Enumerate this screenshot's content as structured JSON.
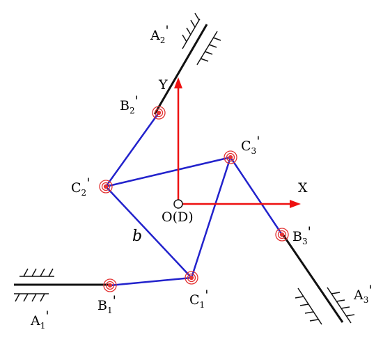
{
  "labels": {
    "a1": {
      "base": "A",
      "sub": "1",
      "prime": "'"
    },
    "a2": {
      "base": "A",
      "sub": "2",
      "prime": "'"
    },
    "a3": {
      "base": "A",
      "sub": "3",
      "prime": "'"
    },
    "b1": {
      "base": "B",
      "sub": "1",
      "prime": "'"
    },
    "b2": {
      "base": "B",
      "sub": "2",
      "prime": "'"
    },
    "b3": {
      "base": "B",
      "sub": "3",
      "prime": "'"
    },
    "c1": {
      "base": "C",
      "sub": "1",
      "prime": "'"
    },
    "c2": {
      "base": "C",
      "sub": "2",
      "prime": "'"
    },
    "c3": {
      "base": "C",
      "sub": "3",
      "prime": "'"
    },
    "origin": "O(D)",
    "x_axis": "X",
    "y_axis": "Y",
    "link": "b"
  },
  "colors": {
    "links": "#2222cc",
    "axes": "#ee1111",
    "joints": "#e33333",
    "rails": "#111111"
  }
}
